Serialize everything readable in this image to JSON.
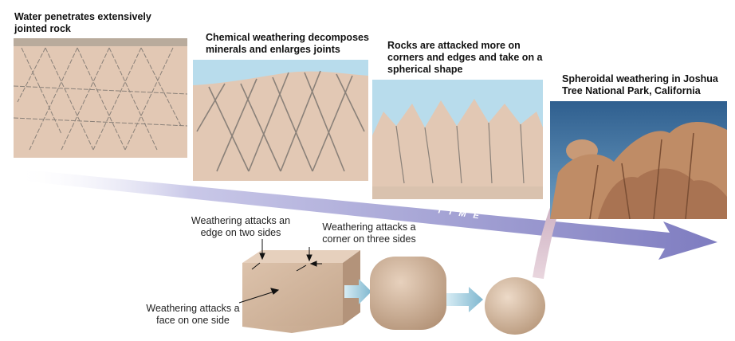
{
  "stages": [
    {
      "caption": "Water penetrates extensively jointed rock"
    },
    {
      "caption": "Chemical weathering decomposes minerals and enlarges joints"
    },
    {
      "caption": "Rocks are attacked more on corners and edges and take on a spherical shape"
    },
    {
      "caption": "Spheroidal weathering in Joshua Tree National Park, California"
    }
  ],
  "time_label": "TIME",
  "cube_notes": {
    "edge": "Weathering attacks an edge on two sides",
    "corner": "Weathering attacks a corner on three sides",
    "face": "Weathering attacks a face on one side"
  },
  "colors": {
    "rock": "#e2c8b4",
    "joint": "#8a8179",
    "sky": "#b8dcec",
    "time_arrow": "#8886c6"
  }
}
